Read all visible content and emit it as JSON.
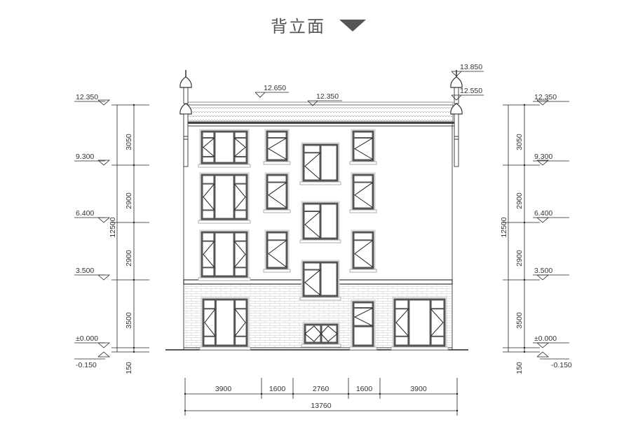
{
  "title": "背立面",
  "title_icon": "triangle-down-icon",
  "elevations_left": [
    "12.350",
    "9.300",
    "6.400",
    "3.500",
    "±0.000",
    "-0.150"
  ],
  "elevations_right": [
    "12.350",
    "9.300",
    "6.400",
    "3.500",
    "±0.000",
    "-0.150"
  ],
  "vertical_dims_left": {
    "segments": [
      "3050",
      "2900",
      "2900",
      "3500",
      "150"
    ],
    "total": "12500"
  },
  "vertical_dims_right": {
    "segments": [
      "3050",
      "2900",
      "2900",
      "3500",
      "150"
    ],
    "total": "12500"
  },
  "roof_marks": {
    "ridge": "12.650",
    "eave": "12.350",
    "spire_top": "13.850",
    "spire_mid": "12.550"
  },
  "horizontal_dims": {
    "segments": [
      "3900",
      "1600",
      "2760",
      "1600",
      "3900"
    ],
    "total": "13760"
  }
}
